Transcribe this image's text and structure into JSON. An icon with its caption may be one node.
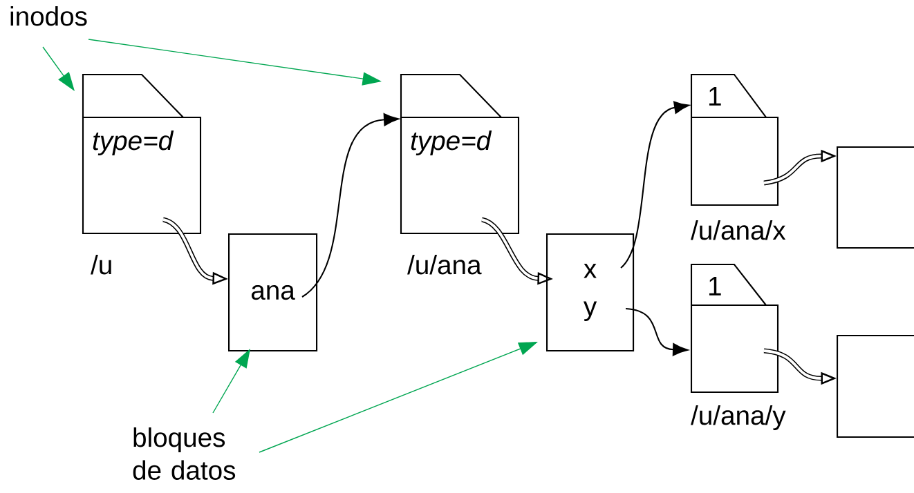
{
  "diagram": {
    "nodes": [
      {
        "text": [
          "inodos"
        ]
      },
      {
        "text": [
          "type=d"
        ],
        "beside": [
          "/u"
        ]
      },
      {
        "text": [
          "ana"
        ]
      },
      {
        "text": [
          "type=d"
        ],
        "beside": [
          "/u/ana"
        ]
      },
      {
        "text": [
          "x",
          "y"
        ]
      },
      {
        "text": [
          "1"
        ],
        "beside": [
          "/u/ana/x"
        ]
      },
      {
        "text": [],
        "shape": "box"
      },
      {
        "text": [
          "1"
        ],
        "beside": [
          "/u/ana/y"
        ]
      },
      {
        "text": [],
        "shape": "box"
      },
      {
        "text": [
          "bloques de datos"
        ]
      }
    ],
    "edges": [
      {
        "from": 0,
        "to": 1,
        "arrow": "to",
        "color": "#00a651"
      },
      {
        "from": 0,
        "to": 3,
        "arrow": "to",
        "color": "#00a651"
      },
      {
        "from": 1,
        "to": 2,
        "arrow": "to",
        "style": "thick"
      },
      {
        "from": 2,
        "to": 3,
        "arrow": "to"
      },
      {
        "from": 3,
        "to": 4,
        "arrow": "to",
        "style": "thick"
      },
      {
        "from": 4,
        "to": 5,
        "arrow": "to"
      },
      {
        "from": 4,
        "to": 7,
        "arrow": "to"
      },
      {
        "from": 5,
        "to": 6,
        "arrow": "to",
        "style": "thick"
      },
      {
        "from": 7,
        "to": 8,
        "arrow": "to",
        "style": "thick"
      },
      {
        "from": 9,
        "to": 2,
        "arrow": "to",
        "color": "#00a651"
      },
      {
        "from": 9,
        "to": 4,
        "arrow": "to",
        "color": "#00a651"
      }
    ]
  }
}
